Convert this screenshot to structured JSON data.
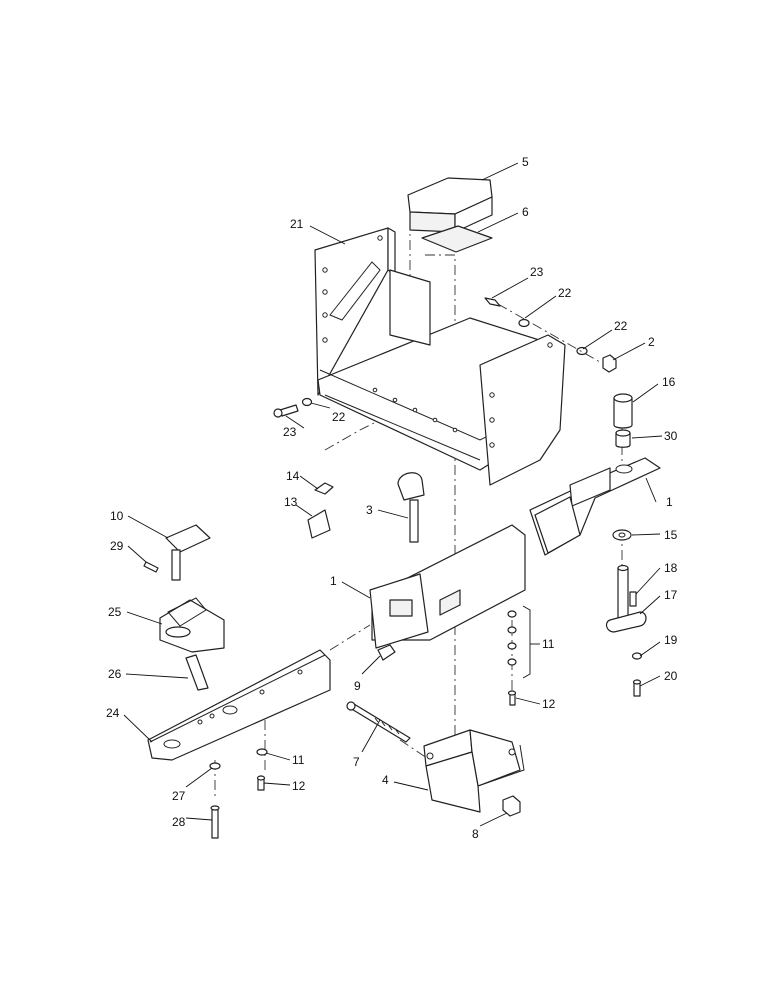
{
  "callouts": [
    {
      "id": "5",
      "label": "5"
    },
    {
      "id": "6",
      "label": "6"
    },
    {
      "id": "21",
      "label": "21"
    },
    {
      "id": "23a",
      "label": "23"
    },
    {
      "id": "22a",
      "label": "22"
    },
    {
      "id": "22b",
      "label": "22"
    },
    {
      "id": "2",
      "label": "2"
    },
    {
      "id": "16",
      "label": "16"
    },
    {
      "id": "30",
      "label": "30"
    },
    {
      "id": "22c",
      "label": "22"
    },
    {
      "id": "23b",
      "label": "23"
    },
    {
      "id": "14",
      "label": "14"
    },
    {
      "id": "13",
      "label": "13"
    },
    {
      "id": "3",
      "label": "3"
    },
    {
      "id": "1a",
      "label": "1"
    },
    {
      "id": "10",
      "label": "10"
    },
    {
      "id": "29",
      "label": "29"
    },
    {
      "id": "1b",
      "label": "1"
    },
    {
      "id": "15",
      "label": "15"
    },
    {
      "id": "18",
      "label": "18"
    },
    {
      "id": "17",
      "label": "17"
    },
    {
      "id": "25",
      "label": "25"
    },
    {
      "id": "11a",
      "label": "11"
    },
    {
      "id": "26",
      "label": "26"
    },
    {
      "id": "9",
      "label": "9"
    },
    {
      "id": "19",
      "label": "19"
    },
    {
      "id": "20",
      "label": "20"
    },
    {
      "id": "12a",
      "label": "12"
    },
    {
      "id": "24",
      "label": "24"
    },
    {
      "id": "7",
      "label": "7"
    },
    {
      "id": "11b",
      "label": "11"
    },
    {
      "id": "27",
      "label": "27"
    },
    {
      "id": "12b",
      "label": "12"
    },
    {
      "id": "4",
      "label": "4"
    },
    {
      "id": "28",
      "label": "28"
    },
    {
      "id": "8",
      "label": "8"
    }
  ]
}
